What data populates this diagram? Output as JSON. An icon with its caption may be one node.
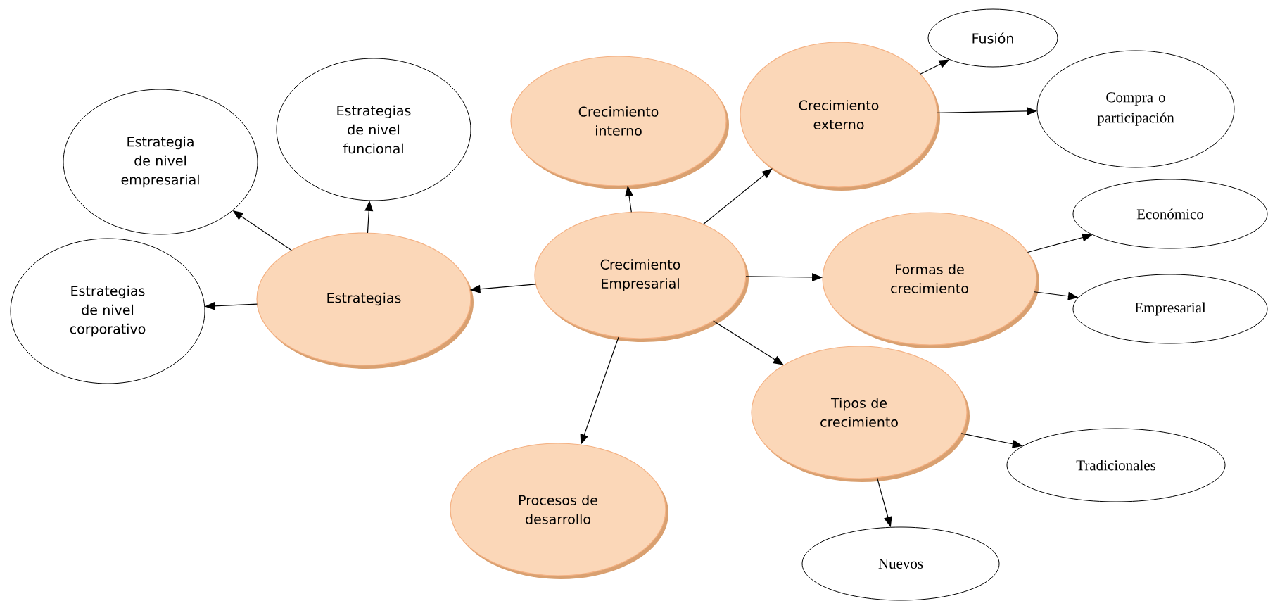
{
  "diagram": {
    "nodes": [
      {
        "text": [
          "Crecimiento Empresarial"
        ]
      },
      {
        "text": [
          "Crecimiento interno"
        ]
      },
      {
        "text": [
          "Crecimiento externo"
        ]
      },
      {
        "text": [
          "Fusión"
        ]
      },
      {
        "text": [
          "Compra o participación"
        ]
      },
      {
        "text": [
          "Formas de crecimiento"
        ]
      },
      {
        "text": [
          "Económico"
        ]
      },
      {
        "text": [
          "Empresarial"
        ]
      },
      {
        "text": [
          "Tipos de crecimiento"
        ]
      },
      {
        "text": [
          "Tradicionales"
        ]
      },
      {
        "text": [
          "Nuevos"
        ]
      },
      {
        "text": [
          "Procesos de desarrollo"
        ]
      },
      {
        "text": [
          "Estrategias"
        ]
      },
      {
        "text": [
          "Estrategias de nivel funcional"
        ]
      },
      {
        "text": [
          "Estrategia de nivel empresarial"
        ]
      },
      {
        "text": [
          "Estrategias de nivel corporativo"
        ]
      }
    ],
    "edges": [
      {
        "from": 0,
        "to": 1,
        "arrow": "to"
      },
      {
        "from": 0,
        "to": 2,
        "arrow": "to"
      },
      {
        "from": 0,
        "to": 5,
        "arrow": "to"
      },
      {
        "from": 0,
        "to": 8,
        "arrow": "to"
      },
      {
        "from": 0,
        "to": 11,
        "arrow": "to"
      },
      {
        "from": 0,
        "to": 12,
        "arrow": "to"
      },
      {
        "from": 2,
        "to": 3,
        "arrow": "to"
      },
      {
        "from": 2,
        "to": 4,
        "arrow": "to"
      },
      {
        "from": 5,
        "to": 6,
        "arrow": "to"
      },
      {
        "from": 5,
        "to": 7,
        "arrow": "to"
      },
      {
        "from": 8,
        "to": 9,
        "arrow": "to"
      },
      {
        "from": 8,
        "to": 10,
        "arrow": "to"
      },
      {
        "from": 12,
        "to": 13,
        "arrow": "to"
      },
      {
        "from": 12,
        "to": 14,
        "arrow": "to"
      },
      {
        "from": 12,
        "to": 15,
        "arrow": "to"
      }
    ]
  }
}
